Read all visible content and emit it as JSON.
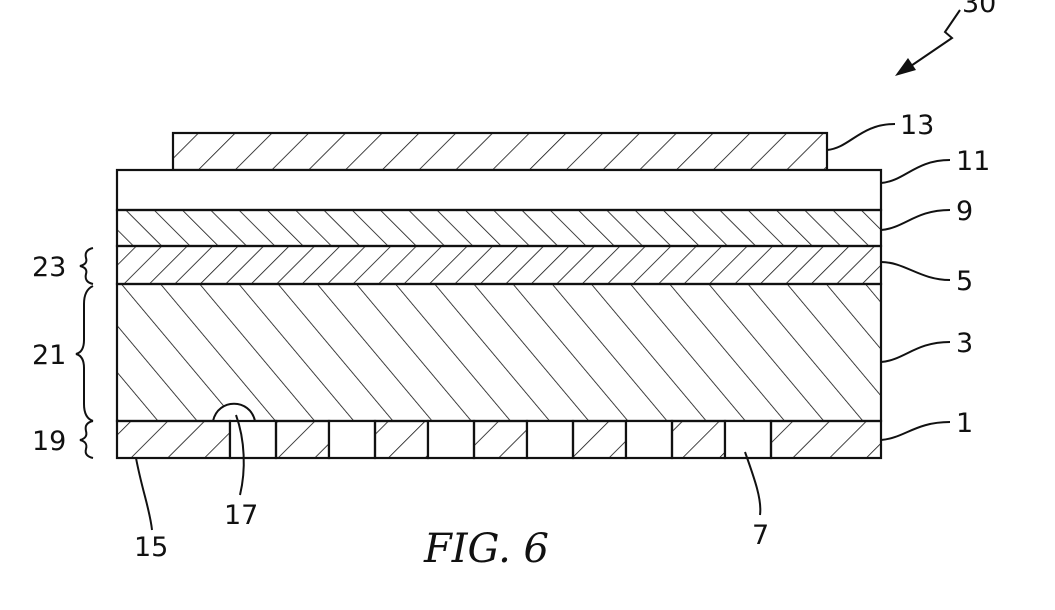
{
  "figure": {
    "caption": "FIG. 6",
    "assembly_ref": "30"
  },
  "layers": {
    "layer_13": "13",
    "layer_11": "11",
    "layer_9": "9",
    "layer_5": "5",
    "layer_3": "3",
    "layer_1": "1"
  },
  "features": {
    "hole_7": "7",
    "edge_15": "15",
    "bump_17": "17"
  },
  "groups": {
    "group_23": "23",
    "group_21": "21",
    "group_19": "19"
  },
  "colors": {
    "ink": "#111111",
    "paper": "#ffffff"
  }
}
